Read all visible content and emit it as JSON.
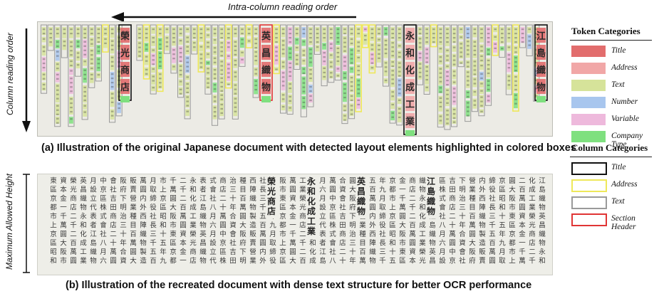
{
  "figure": {
    "top_arrow_label": "Intra-column reading order",
    "left_arrow_label": "Column reading order",
    "height_label": "Maximum Allowed Height",
    "caption_a": "(a) Illustration of the original Japanese document with detected layout elements highlighted in colored boxes",
    "caption_b": "(b) Illustration of the recreated document with dense text structure for better OCR performance"
  },
  "legend": {
    "token_title": "Token Categories",
    "token_items": [
      {
        "label": "Title",
        "color": "#e26d6d"
      },
      {
        "label": "Address",
        "color": "#f1a7a7"
      },
      {
        "label": "Text",
        "color": "#d6e39a"
      },
      {
        "label": "Number",
        "color": "#a8c6ee"
      },
      {
        "label": "Variable",
        "color": "#eeb9dc"
      },
      {
        "label": "Company Type",
        "color": "#7fe07f"
      }
    ],
    "column_title": "Column Categories",
    "column_items": [
      {
        "label": "Title",
        "color": "#111111"
      },
      {
        "label": "Address",
        "color": "#eee85a"
      },
      {
        "label": "Text",
        "color": "#9a9a9a"
      },
      {
        "label": "Section Header",
        "color": "#e03535"
      }
    ]
  },
  "document_a": {
    "title_chars": [
      "英",
      "昌",
      "織",
      "物"
    ],
    "company_chars": [
      "永",
      "和",
      "化",
      "成",
      "工",
      "業"
    ],
    "shop_chars": [
      "榮",
      "光",
      "商",
      "店"
    ],
    "right_title_chars": [
      "江",
      "島",
      "織",
      "物"
    ]
  },
  "document_b": {
    "columns": [
      "江島織物",
      "英昌織物",
      "永和化成工業",
      "榮光商店",
      "二千二百萬圓",
      "資本金一千萬圓",
      "大阪市東區",
      "京都市上京區",
      "昭和十五年九月",
      "取締役社長",
      "三千五百萬圓内外",
      "西陣織物製造販賣",
      "營業種目",
      "百萬圓",
      "大阪府下",
      "明治三十年",
      "合資會社",
      "吉田商店",
      "二十萬圓",
      "中京區",
      "株式會社",
      "八月",
      "六月",
      "設立",
      "代表者"
    ]
  }
}
